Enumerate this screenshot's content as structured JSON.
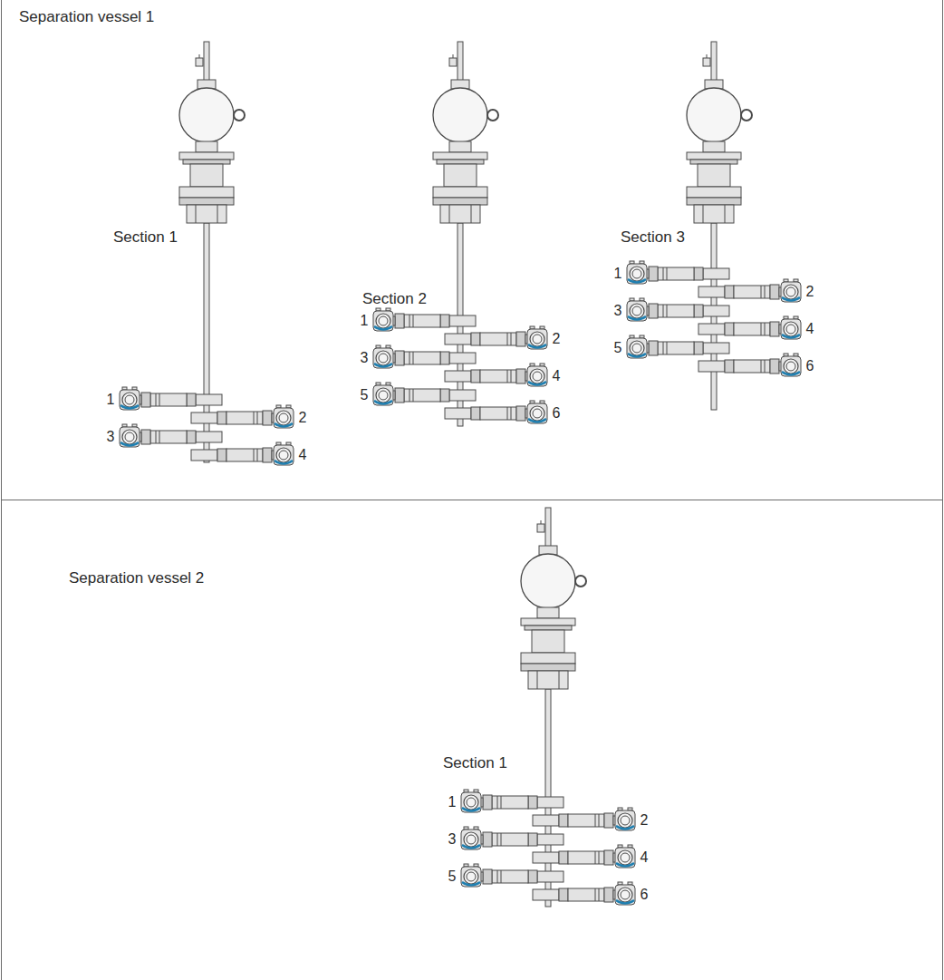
{
  "diagram": {
    "nodes": [
      {
        "text": [
          "Separation vessel 1"
        ]
      },
      {
        "text": [
          "Section 1",
          "Section 2",
          "Section 3"
        ],
        "in": 0
      },
      {
        "text": [
          "Separation vessel 2"
        ]
      },
      {
        "text": [
          "Section 1"
        ],
        "in": 2
      }
    ],
    "labels": [
      "1",
      "2",
      "3",
      "4",
      "1",
      "2",
      "3",
      "4",
      "5",
      "6",
      "1",
      "2",
      "3",
      "4",
      "5",
      "6",
      "1",
      "2",
      "3",
      "4",
      "5",
      "6"
    ]
  }
}
